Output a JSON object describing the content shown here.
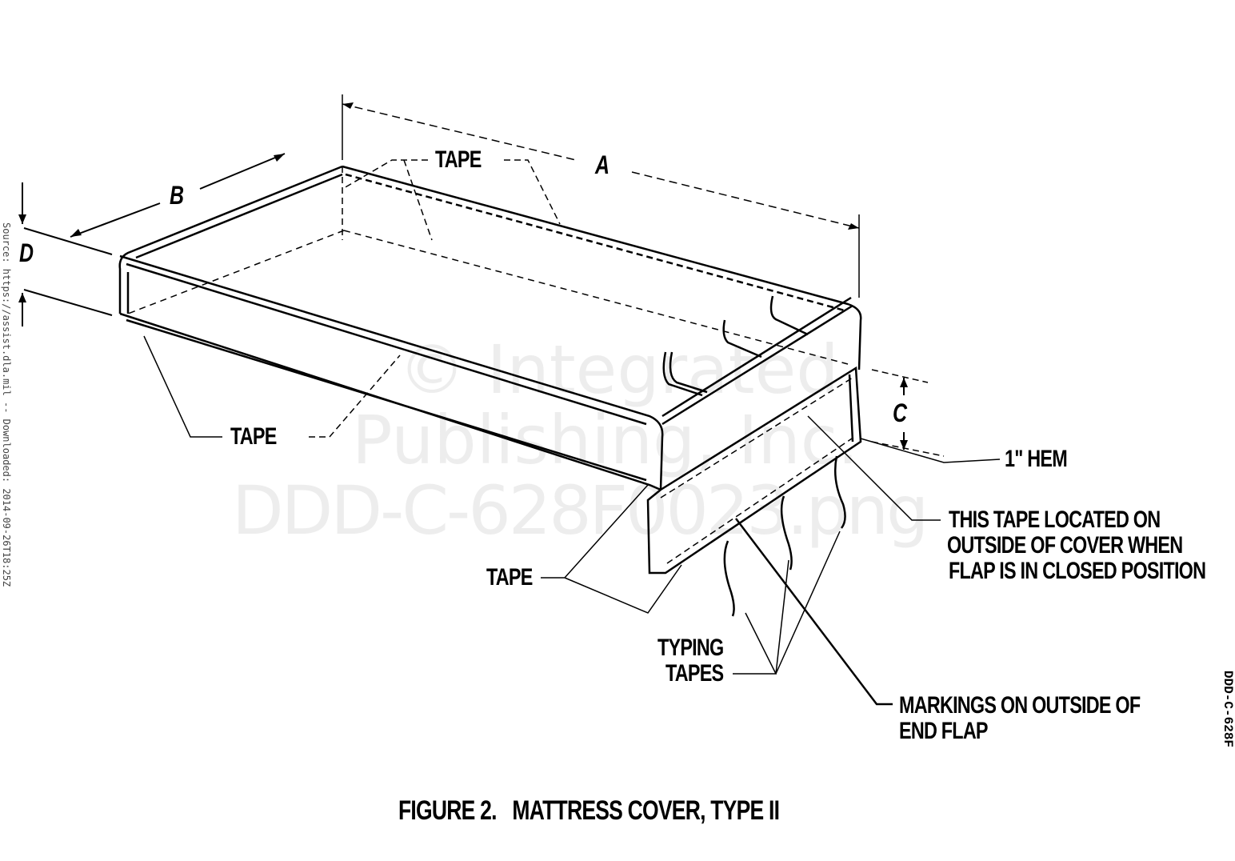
{
  "figure": {
    "caption": "FIGURE 2.   MATTRESS COVER, TYPE II",
    "dimensions": {
      "a": "A",
      "b": "B",
      "c": "C",
      "d": "D"
    },
    "labels": {
      "tape_top": "TAPE",
      "tape_side": "TAPE",
      "tape_end": "TAPE",
      "hem": "1\" HEM",
      "tape_note_1": "THIS TAPE LOCATED ON",
      "tape_note_2": "OUTSIDE  OF COVER WHEN",
      "tape_note_3": "FLAP IS IN CLOSED POSITION",
      "typing_tapes_1": "TYPING",
      "typing_tapes_2": "TAPES",
      "markings_1": "MARKINGS ON OUTSIDE OF",
      "markings_2": "END FLAP"
    }
  },
  "source_note": "Source: https://assist.dla.mil -- Downloaded: 2014-09-26T18:25Z",
  "doc_id": "DDD-C-628F",
  "watermark": {
    "line1": "© Integrated",
    "line2": "Publishing, Inc.",
    "line3": "DDD-C-628F0023.png"
  }
}
